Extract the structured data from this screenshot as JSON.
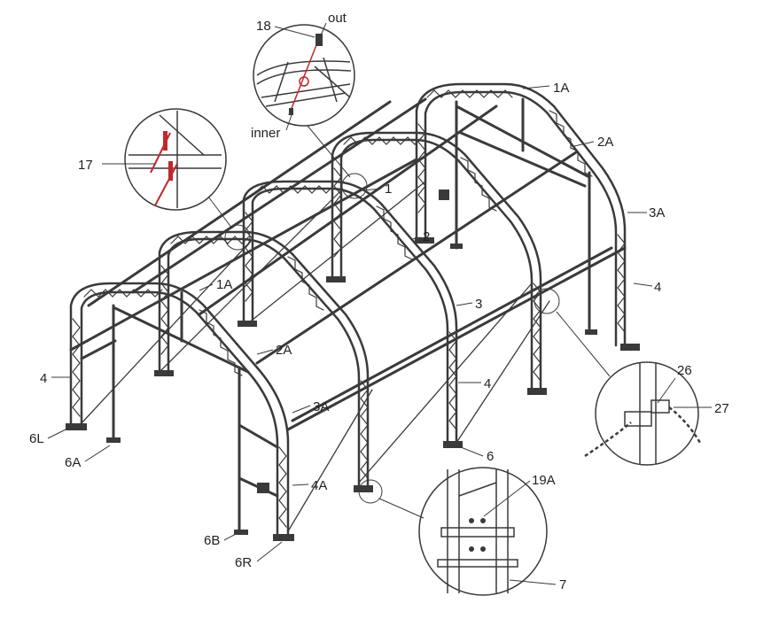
{
  "callouts": {
    "p18": "18",
    "out": "out",
    "inner": "inner",
    "p17": "17",
    "p1A_top": "1A",
    "p2A_top": "2A",
    "p3A_top": "3A",
    "p1": "1",
    "p2": "2",
    "p4_right": "4",
    "p3": "3",
    "p1A_front": "1A",
    "p2A_front": "2A",
    "p4_left": "4",
    "p4_mid": "4",
    "p3A_front": "3A",
    "p6L": "6L",
    "p6A": "6A",
    "p6": "6",
    "p4A": "4A",
    "p26": "26",
    "p27": "27",
    "p19A": "19A",
    "p6B": "6B",
    "p6R": "6R",
    "p7": "7"
  },
  "colors": {
    "frame": "#3a3a3a",
    "highlight": "#c0282d",
    "label": "#222222"
  }
}
